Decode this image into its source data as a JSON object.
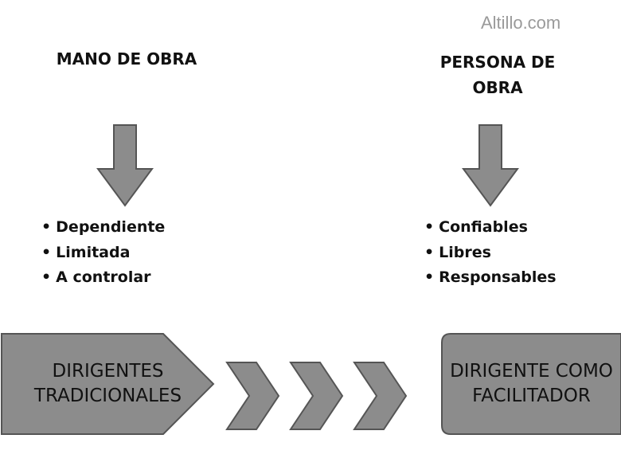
{
  "watermark": "Altillo.com",
  "left": {
    "heading": "MANO DE OBRA",
    "items": [
      "Dependiente",
      "Limitada",
      "A controlar"
    ],
    "box": [
      "DIRIGENTES",
      "TRADICIONALES"
    ]
  },
  "right": {
    "heading_lines": [
      "PERSONA DE",
      "OBRA"
    ],
    "items": [
      "Confiables",
      "Libres",
      "Responsables"
    ],
    "box": [
      "DIRIGENTE COMO",
      "FACILITADOR"
    ]
  },
  "colors": {
    "shape_fill": "#8c8c8c",
    "shape_stroke": "#555555"
  }
}
